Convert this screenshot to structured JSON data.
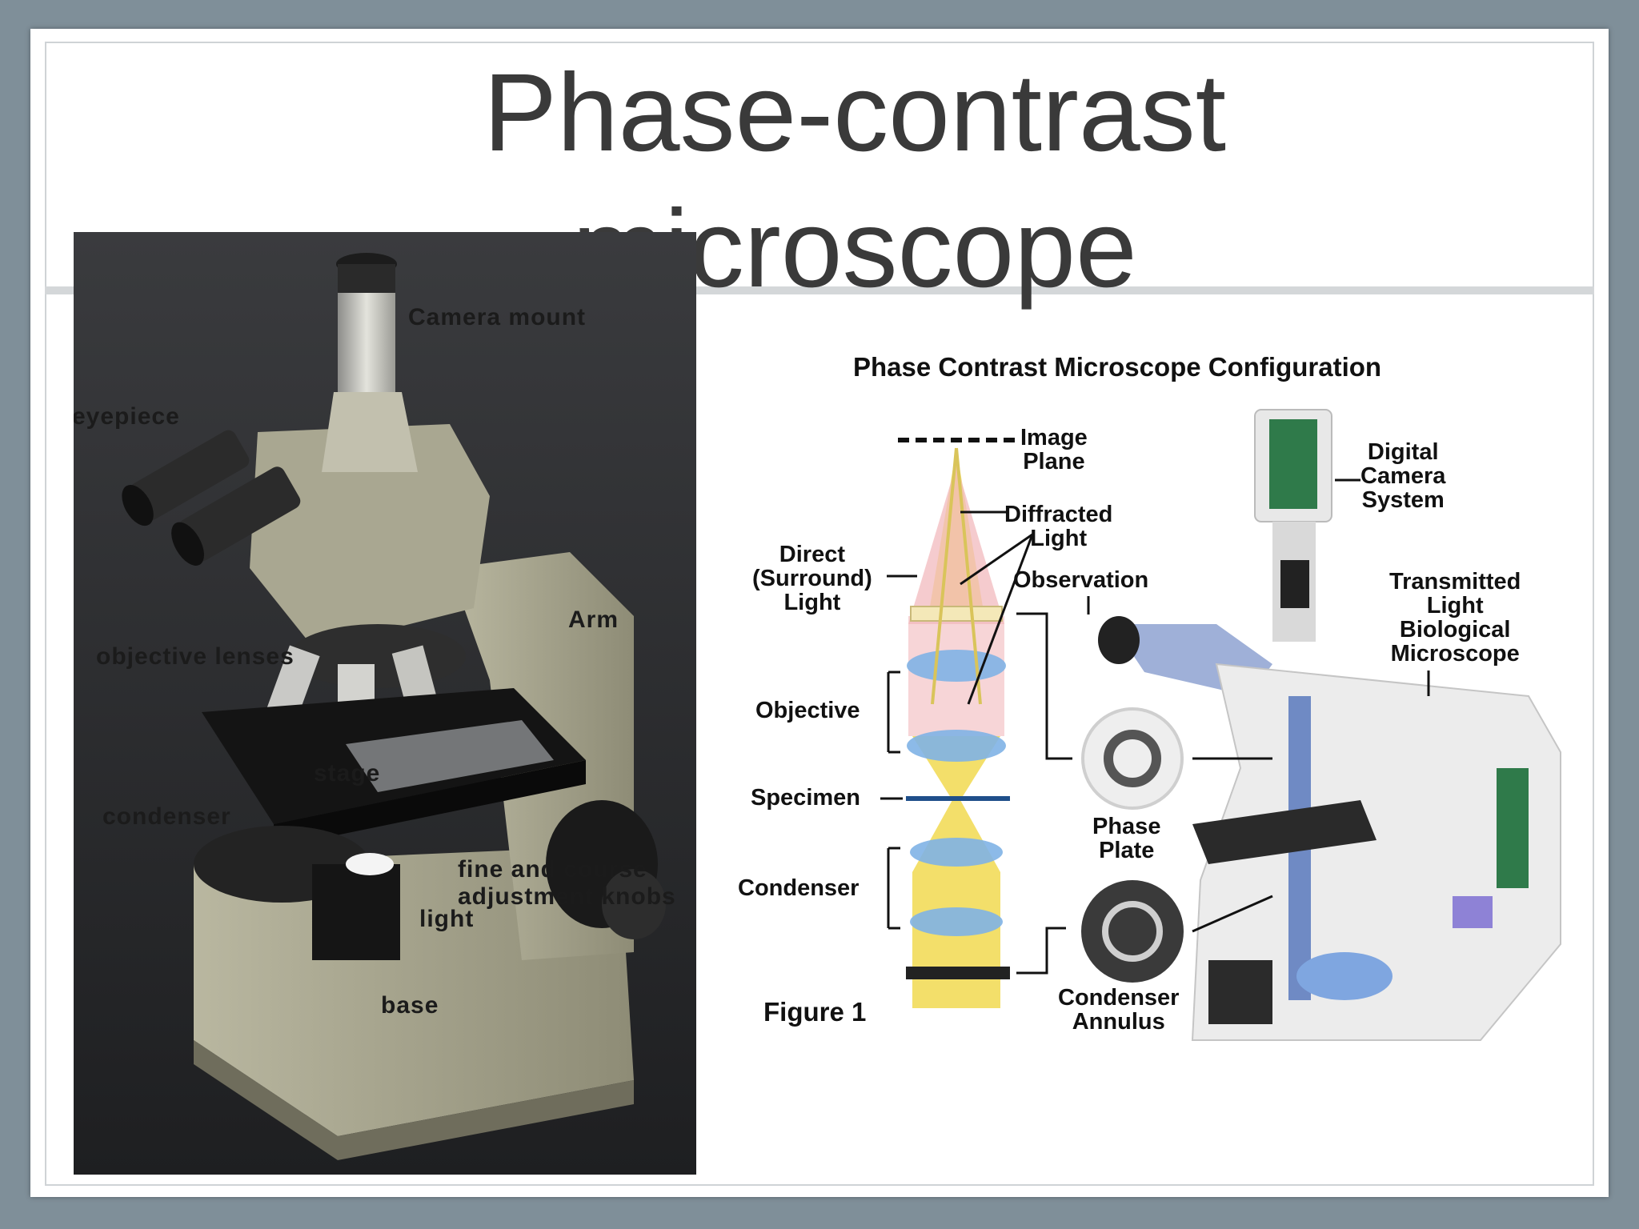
{
  "slide": {
    "title_line1": "Phase-contrast",
    "title_line2": "microscope"
  },
  "photo_labels": {
    "camera_mount": "Camera mount",
    "eyepiece": "eyepiece",
    "arm": "Arm",
    "objective_lenses": "objective lenses",
    "stage": "stage",
    "condenser": "condenser",
    "knobs_line1": "fine and course",
    "knobs_line2": "adjustment knobs",
    "light": "light",
    "base": "base"
  },
  "diagram": {
    "title": "Phase Contrast Microscope Configuration",
    "image_plane_1": "Image",
    "image_plane_2": "Plane",
    "diffracted_1": "Diffracted",
    "diffracted_2": "Light",
    "direct_1": "Direct",
    "direct_2": "(Surround)",
    "direct_3": "Light",
    "objective": "Objective",
    "specimen": "Specimen",
    "condenser": "Condenser",
    "figure": "Figure 1",
    "observation": "Observation",
    "phase_plate_1": "Phase",
    "phase_plate_2": "Plate",
    "annulus_1": "Condenser",
    "annulus_2": "Annulus",
    "camera_1": "Digital",
    "camera_2": "Camera",
    "camera_3": "System",
    "transmitted_1": "Transmitted",
    "transmitted_2": "Light",
    "transmitted_3": "Biological",
    "transmitted_4": "Microscope"
  },
  "colors": {
    "background": "#7f8f99",
    "title_text": "#3a3a3a",
    "beam_yellow": "#f3df6a",
    "beam_pink": "#f2b9bd",
    "lens_blue": "#7fb2e5",
    "scope_body": "#9c9a84"
  }
}
